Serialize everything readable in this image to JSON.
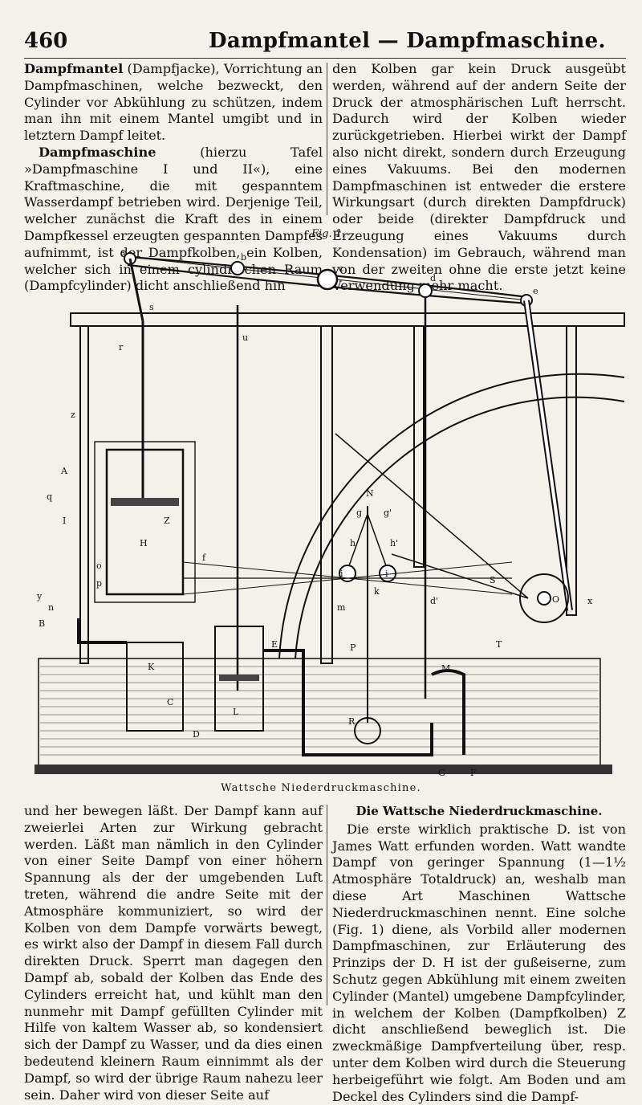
{
  "header": {
    "page_number": "460",
    "running_head": "Dampfmantel — Dampfmaschine."
  },
  "top": {
    "left": {
      "p1_term": "Dampfmantel",
      "p1_text": " (Dampfjacke), Vorrichtung an Dampfmaschinen, welche bezweckt, den Cylinder vor Abkühlung zu schützen, indem man ihn mit einem Mantel umgibt und in letztern Dampf leitet.",
      "p2_term": "Dampfmaschine",
      "p2_text": " (hierzu Tafel »Dampfmaschine I und II«), eine Kraftmaschine, die mit gespanntem Wasserdampf betrieben wird. Derjenige Teil, welcher zunächst die Kraft des in einem Dampfkessel erzeugten gespannten Dampfes aufnimmt, ist der Dampfkolben, ein Kolben, welcher sich in einem cylindrischen Raum (Dampfcylinder) dicht anschließend hin"
    },
    "right": {
      "p1_text": "den Kolben gar kein Druck ausgeübt werden, während auf der andern Seite der Druck der atmosphärischen Luft herrscht. Dadurch wird der Kolben wieder zurückgetrieben. Hierbei wirkt der Dampf also nicht direkt, sondern durch Erzeugung eines Vakuums. Bei den modernen Dampfmaschinen ist entweder die erstere Wirkungsart (durch direkten Dampfdruck) oder beide (direkter Dampfdruck und Erzeugung eines Vakuums durch Kondensation) im Gebrauch, während man von der zweiten ohne die erste jetzt keine Verwendung mehr macht."
    }
  },
  "figure": {
    "label": "Fig. 1.",
    "caption": "Wattsche Niederdruckmaschine.",
    "letters": [
      "a",
      "b",
      "c",
      "d",
      "e",
      "s",
      "r",
      "u",
      "z",
      "A",
      "q",
      "I",
      "H",
      "Z",
      "f",
      "o",
      "p",
      "y",
      "n",
      "B",
      "K",
      "C",
      "D",
      "L",
      "E",
      "P",
      "N",
      "g",
      "g'",
      "h",
      "h'",
      "i",
      "i",
      "k",
      "m",
      "d'",
      "S",
      "O",
      "x",
      "T",
      "M",
      "R",
      "G",
      "F"
    ]
  },
  "bottom": {
    "left": {
      "p1_text": "und her bewegen läßt. Der Dampf kann auf zweierlei Arten zur Wirkung gebracht werden. Läßt man nämlich in den Cylinder von einer Seite Dampf von einer höhern Spannung als der der umgebenden Luft treten, während die andre Seite mit der Atmosphäre kommuniziert, so wird der Kolben von dem Dampfe vorwärts bewegt, es wirkt also der Dampf in diesem Fall durch direkten Druck. Sperrt man dagegen den Dampf ab, sobald der Kolben das Ende des Cylinders erreicht hat, und kühlt man den nunmehr mit Dampf gefüllten Cylinder mit Hilfe von kaltem Wasser ab, so kondensiert sich der Dampf zu Wasser, und da dies einen bedeutend kleinern Raum einnimmt als der Dampf, so wird der übrige Raum nahezu leer sein. Daher wird von dieser Seite auf"
    },
    "right": {
      "heading": "Die Wattsche Niederdruckmaschine.",
      "p1_text": "Die erste wirklich praktische D. ist von James Watt erfunden worden. Watt wandte Dampf von geringer Spannung (1—1½ Atmosphäre Totaldruck) an, weshalb man diese Art Maschinen Wattsche Niederdruckmaschinen nennt. Eine solche (Fig. 1) diene, als Vorbild aller modernen Dampfmaschinen, zur Erläuterung des Prinzips der D. H ist der gußeiserne, zum Schutz gegen Abkühlung mit einem zweiten Cylinder (Mantel) umgebene Dampfcylinder, in welchem der Kolben (Dampfkolben) Z dicht anschließend beweglich ist. Die zweckmäßige Dampfverteilung über, resp. unter dem Kolben wird durch die Steuerung herbeigeführt wie folgt. Am Boden und am Deckel des Cylinders sind die Dampf-"
    }
  }
}
